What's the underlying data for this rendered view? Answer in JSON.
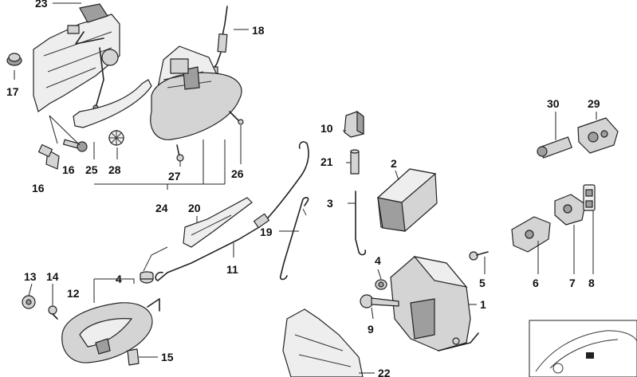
{
  "callouts": {
    "c1": "1",
    "c2": "2",
    "c3": "3",
    "c4a": "4",
    "c4b": "4",
    "c5": "5",
    "c6": "6",
    "c7": "7",
    "c8": "8",
    "c9": "9",
    "c10": "10",
    "c11": "11",
    "c12": "12",
    "c13": "13",
    "c14": "14",
    "c15": "15",
    "c16a": "16",
    "c16b": "16",
    "c17": "17",
    "c18": "18",
    "c19": "19",
    "c20": "20",
    "c21": "21",
    "c22": "22",
    "c23": "23",
    "c24": "24",
    "c25": "25",
    "c26": "26",
    "c27": "27",
    "c28": "28",
    "c29": "29",
    "c30": "30"
  },
  "colors": {
    "line": "#222222",
    "part_fill": "#d4d4d4",
    "part_shade": "#9e9e9e",
    "background": "#ffffff"
  }
}
